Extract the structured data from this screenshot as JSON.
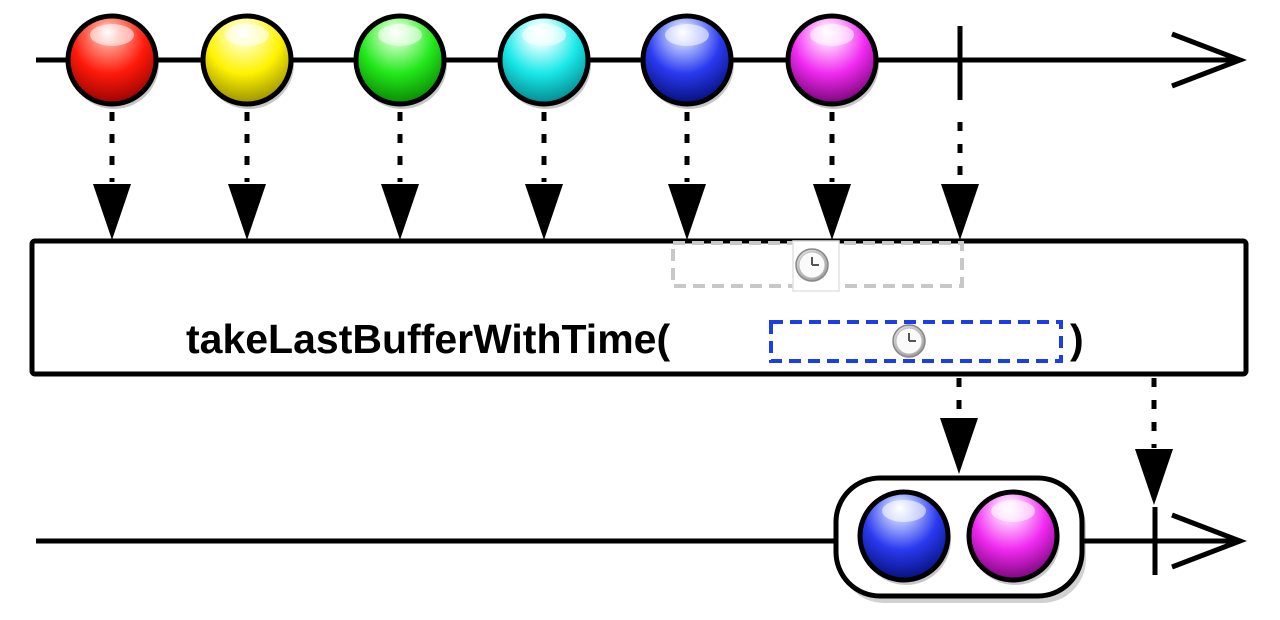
{
  "operator": {
    "name": "takeLastBufferWithTime(",
    "close_paren": ")"
  },
  "input_stream": {
    "marbles": [
      {
        "color": "red"
      },
      {
        "color": "yellow"
      },
      {
        "color": "green"
      },
      {
        "color": "cyan"
      },
      {
        "color": "blue"
      },
      {
        "color": "magenta"
      }
    ],
    "completed": true
  },
  "output_stream": {
    "buffer": [
      {
        "color": "blue"
      },
      {
        "color": "magenta"
      }
    ],
    "completed": true
  },
  "time_window": {
    "input_box_color": "#c8c8c8",
    "param_box_color": "#1a3fe8",
    "icon": "clock-icon"
  },
  "colors": {
    "red": {
      "light": "#ff9a8a",
      "mid": "#ff1a0a",
      "dark": "#8a0000"
    },
    "yellow": {
      "light": "#ffffb0",
      "mid": "#fff200",
      "dark": "#8a8200"
    },
    "green": {
      "light": "#b8ffb0",
      "mid": "#22e81a",
      "dark": "#067a00"
    },
    "cyan": {
      "light": "#d8ffff",
      "mid": "#19e8e8",
      "dark": "#007a82"
    },
    "blue": {
      "light": "#b8c4ff",
      "mid": "#2a3af0",
      "dark": "#000a6a"
    },
    "magenta": {
      "light": "#ffc8ff",
      "mid": "#f02af0",
      "dark": "#6a006a"
    }
  }
}
